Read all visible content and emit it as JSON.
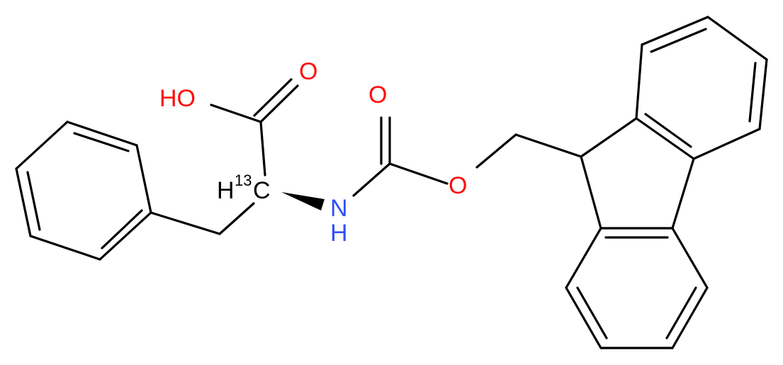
{
  "molecule": {
    "labels": {
      "hydroxyl": "HO",
      "acid_carbonyl_oxygen": "O",
      "carbamate_carbonyl_oxygen": "O",
      "ester_oxygen": "O",
      "amide_nitrogen": "N",
      "amide_hydrogen": "H",
      "alpha_hydrogen": "H",
      "isotope_mass": "13",
      "alpha_carbon": "C"
    },
    "colors": {
      "bond": "#000000",
      "carbon_label": "#000000",
      "oxygen": "#ff0d0d",
      "nitrogen": "#3050f8"
    }
  }
}
